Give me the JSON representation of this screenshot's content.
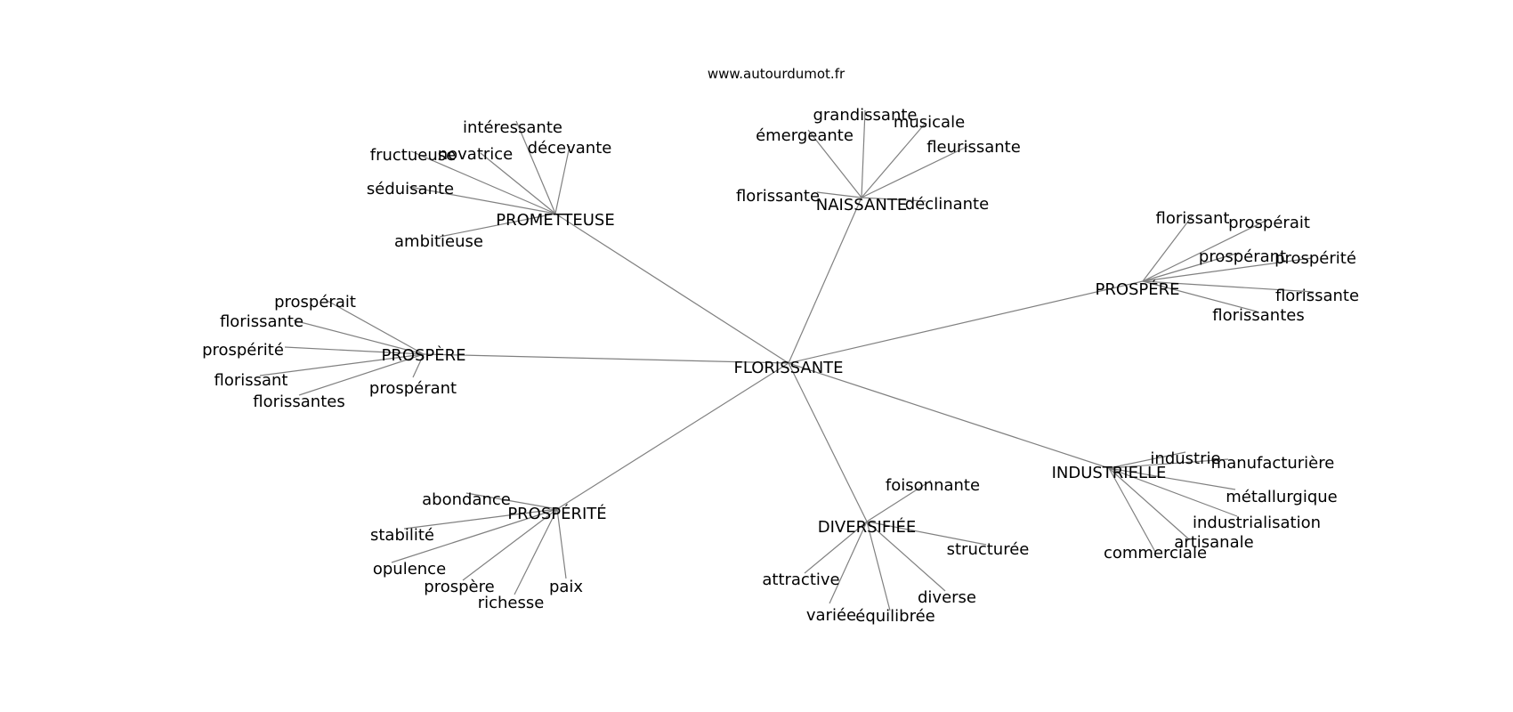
{
  "credit": "www.autourdumot.fr",
  "edge_color": "#808080",
  "text_color": "#000000",
  "background": "#ffffff",
  "graph": {
    "center": {
      "id": "center",
      "label": "FLORISSANTE"
    },
    "hubs": [
      {
        "id": "prometteuse",
        "label": "PROMETTEUSE",
        "leaves": [
          "intéressante",
          "novatrice",
          "décevante",
          "fructueuse",
          "séduisante",
          "ambitieuse"
        ]
      },
      {
        "id": "naissante",
        "label": "NAISSANTE",
        "leaves": [
          "grandissante",
          "musicale",
          "émergeante",
          "fleurissante",
          "florissante",
          "déclinante"
        ]
      },
      {
        "id": "prospere-right",
        "label": "PROSPÉRE",
        "leaves": [
          "florissant",
          "prospérait",
          "prospérant",
          "prospérité",
          "florissante",
          "florissantes"
        ]
      },
      {
        "id": "prospere-left",
        "label": "PROSPÈRE",
        "leaves": [
          "prospérait",
          "florissante",
          "prospérité",
          "florissant",
          "florissantes",
          "prospérant"
        ]
      },
      {
        "id": "prosperite",
        "label": "PROSPÉRITÉ",
        "leaves": [
          "abondance",
          "stabilité",
          "opulence",
          "prospère",
          "richesse",
          "paix"
        ]
      },
      {
        "id": "diversifiee",
        "label": "DIVERSIFIÉE",
        "leaves": [
          "foisonnante",
          "structurée",
          "attractive",
          "diverse",
          "variée",
          "équilibrée"
        ]
      },
      {
        "id": "industrielle",
        "label": "INDUSTRIELLE",
        "leaves": [
          "industrie",
          "manufacturière",
          "métallurgique",
          "industrialisation",
          "artisanale",
          "commerciale"
        ]
      }
    ]
  }
}
